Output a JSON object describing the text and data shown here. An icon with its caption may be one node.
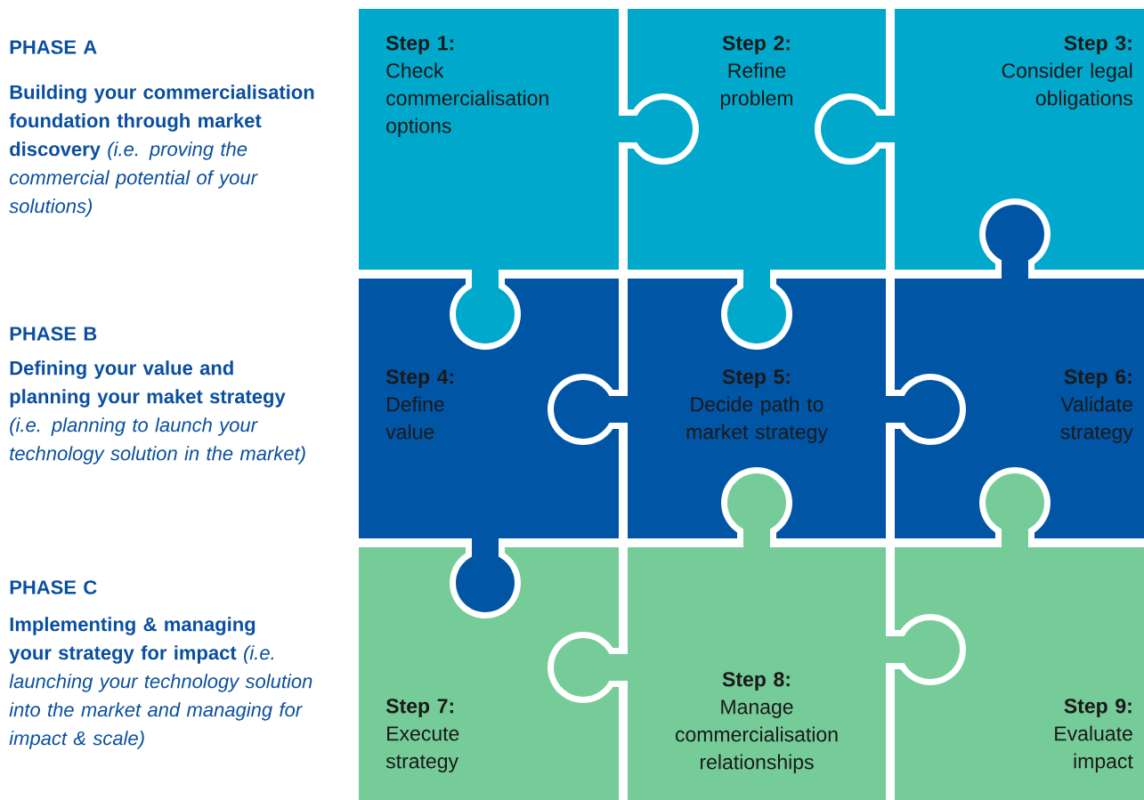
{
  "diagram": {
    "nodes": [
      {
        "text": [
          "Step 1:",
          "Check commercialisation options"
        ]
      },
      {
        "text": [
          "Step 2:",
          "Refine problem"
        ]
      },
      {
        "text": [
          "Step 3:",
          "Consider legal obligations"
        ]
      },
      {
        "text": [
          "Step 4:",
          "Define value"
        ]
      },
      {
        "text": [
          "Step 5:",
          "Decide path to market strategy"
        ]
      },
      {
        "text": [
          "Step 6:",
          "Validate strategy"
        ]
      },
      {
        "text": [
          "Step 7:",
          "Execute strategy"
        ]
      },
      {
        "text": [
          "Step 8:",
          "Manage commercialisation relationships"
        ]
      },
      {
        "text": [
          "Step 9:",
          "Evaluate impact"
        ]
      }
    ],
    "labels": [
      "PHASE A",
      "**Building your commercialisation foundation through market discovery** *(i.e. proving the commercial potential of your solutions)*",
      "PHASE B",
      "**Defining your value and planning your maket strategy** *(i.e. planning to launch your technology solution in the market)*",
      "PHASE C",
      "**Implementing & managing your strategy for impact** *(i.e. launching your technology solution into the market and managing for impact & scale)*"
    ]
  }
}
